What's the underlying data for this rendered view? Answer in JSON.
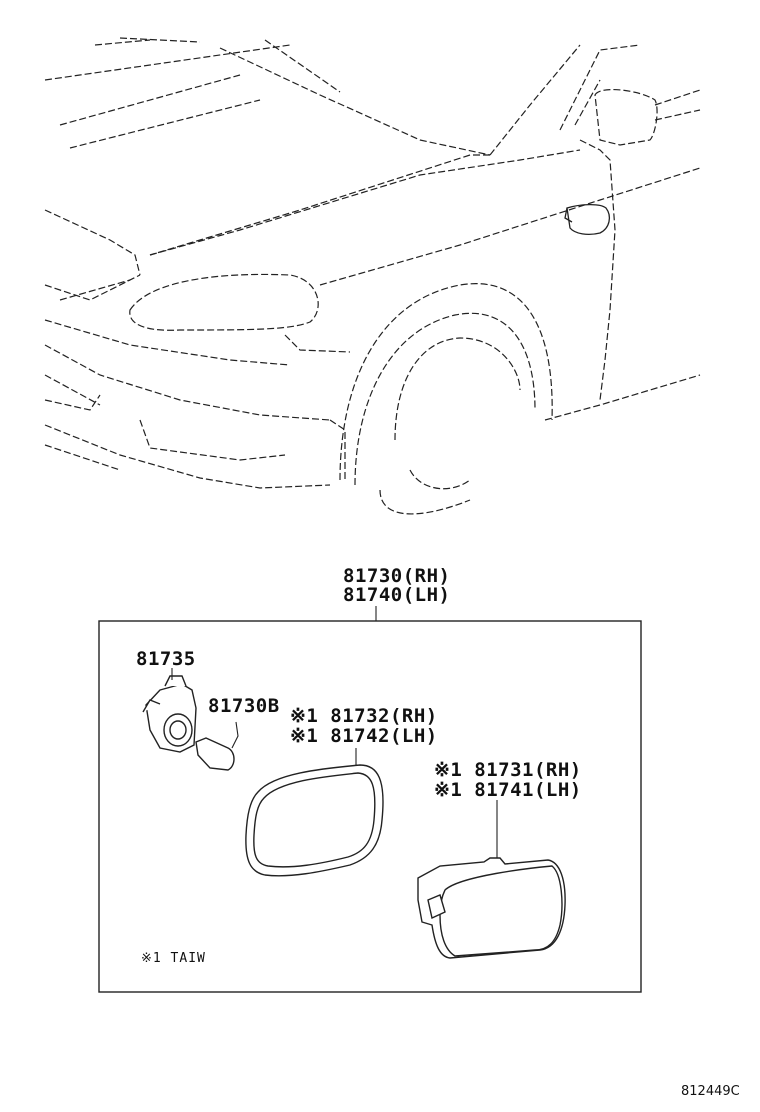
{
  "callouts": {
    "assembly_rh": "81730(RH)",
    "assembly_lh": "81740(LH)",
    "socket": "81735",
    "bulb": "81730B",
    "gasket_rh": "※1 81732(RH)",
    "gasket_lh": "※1 81742(LH)",
    "lens_rh": "※1 81731(RH)",
    "lens_lh": "※1 81741(LH)"
  },
  "footnote": "※1 TAIW",
  "drawing_code": "812449C"
}
